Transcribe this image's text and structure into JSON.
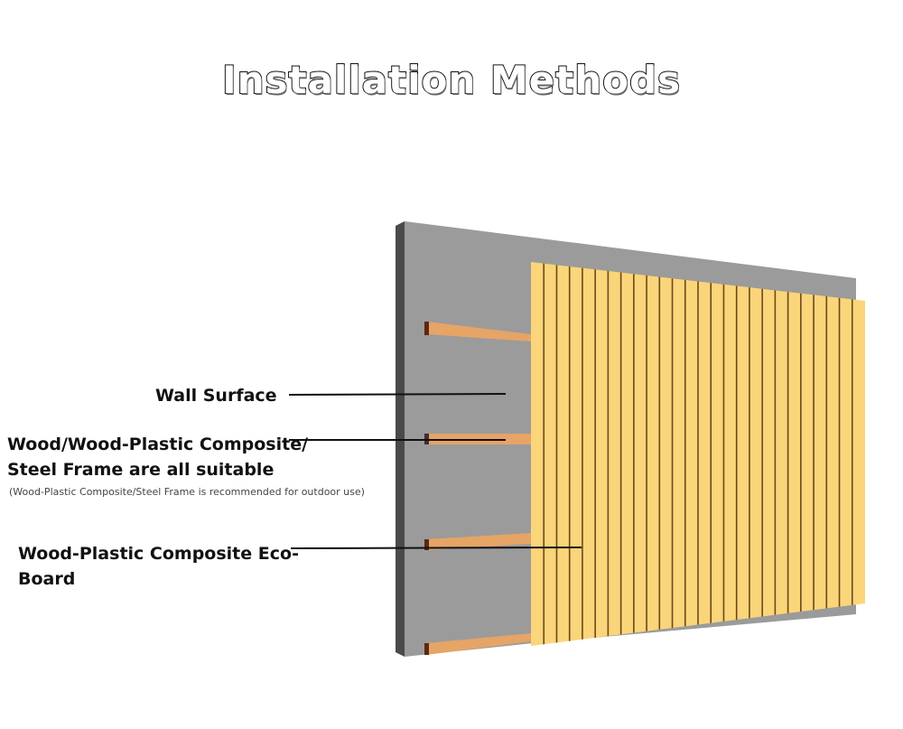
{
  "title": "Installation Methods",
  "labels": {
    "wall_surface": "Wall Surface",
    "frame_line1": "Wood/Wood-Plastic Composite/",
    "frame_line2": "Steel Frame are all suitable",
    "frame_note": "(Wood-Plastic Composite/Steel Frame is recommended for outdoor use)",
    "board_line1": "Wood-Plastic Composite Eco-",
    "board_line2": "Board"
  },
  "colors": {
    "wall": "#9b9b9b",
    "wall_edge": "#4a4a4a",
    "panel": "#fad57a",
    "groove": "#6b4a1a",
    "batten": "#e6a466"
  },
  "panel_slat_count": 26
}
